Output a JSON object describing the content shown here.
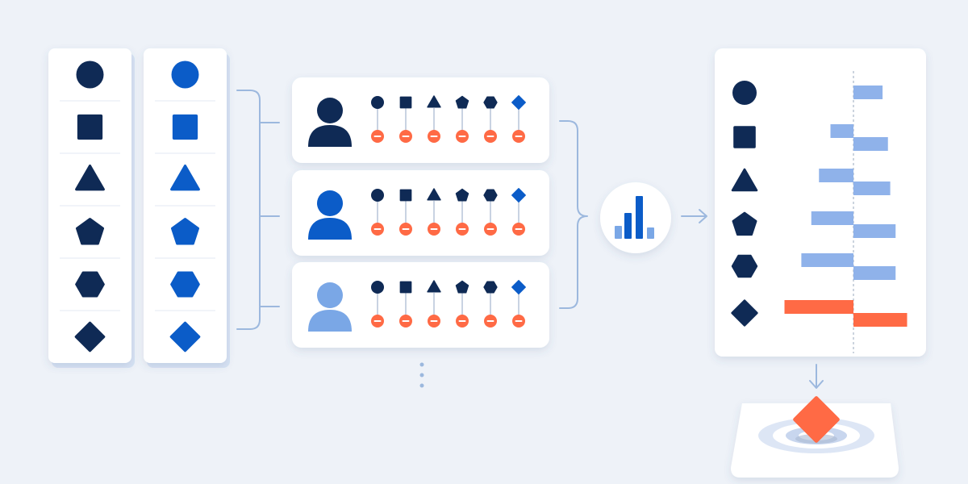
{
  "colors": {
    "background": "#eef2f8",
    "card": "#ffffff",
    "navy": "#0f2a55",
    "blue": "#0b5cc8",
    "light_blue": "#7aa7e6",
    "bar_blue": "#8fb2ea",
    "accent_orange": "#ff6a45",
    "connector": "#9cb8de"
  },
  "shapes": [
    "circle",
    "square",
    "triangle",
    "pentagon",
    "hexagon",
    "diamond"
  ],
  "feature_columns": [
    {
      "name": "dark",
      "color": "#0f2a55"
    },
    {
      "name": "blue",
      "color": "#0b5cc8"
    }
  ],
  "instances": [
    {
      "avatar_color": "#0f2a55",
      "marker": "minus"
    },
    {
      "avatar_color": "#0b5cc8",
      "marker": "minus"
    },
    {
      "avatar_color": "#7aa7e6",
      "marker": "minus"
    }
  ],
  "icons": {
    "avatar": "person-icon",
    "aggregate": "bar-chart-icon",
    "arrow_right": "arrow-right-icon",
    "arrow_down": "arrow-down-icon",
    "target": "target-icon"
  },
  "chart_data": {
    "type": "bar",
    "orientation": "horizontal",
    "categories": [
      "circle",
      "square",
      "triangle",
      "pentagon",
      "hexagon",
      "diamond"
    ],
    "series": [
      {
        "values": [
          0,
          -0.3,
          -0.45,
          -0.55,
          -0.68,
          -0.9
        ]
      },
      {
        "values": [
          0.38,
          0.45,
          0.48,
          0.55,
          0.55,
          0.7
        ]
      }
    ],
    "highlight_category": "diamond",
    "xlim": [
      -1,
      1
    ],
    "grid": false,
    "legend": "none"
  },
  "output": {
    "shape": "diamond",
    "color": "#ff6a45"
  }
}
